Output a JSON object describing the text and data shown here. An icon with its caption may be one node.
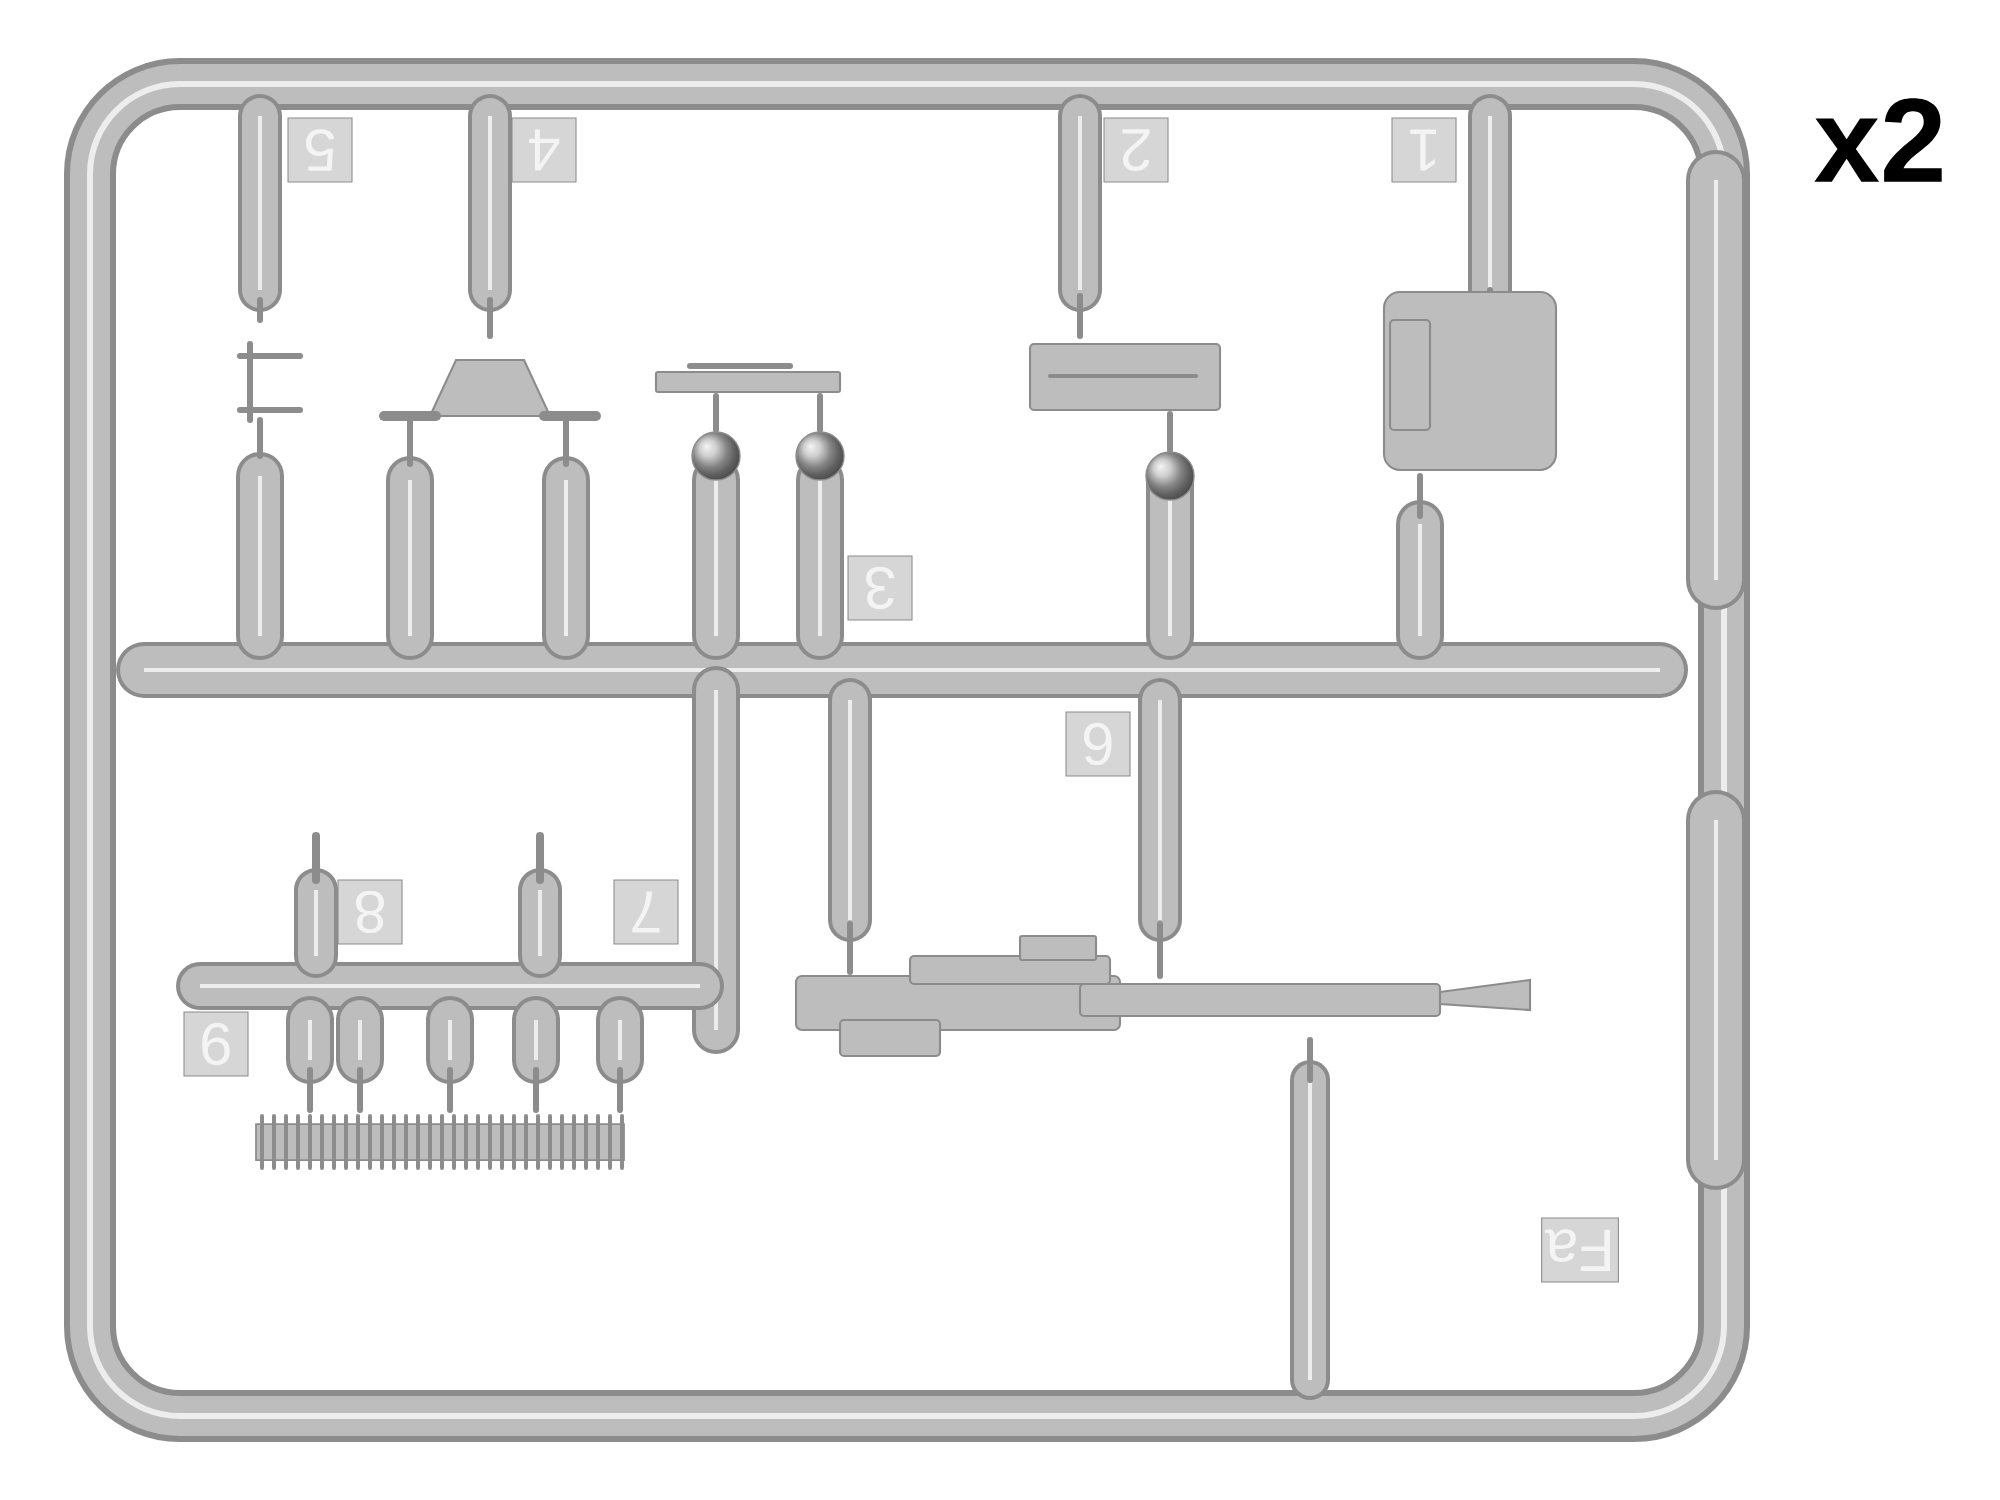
{
  "diagram": {
    "labels": [
      "5",
      "4",
      "2",
      "1",
      "x2",
      "3",
      "6",
      "8",
      "7",
      "9",
      "Fa"
    ]
  }
}
